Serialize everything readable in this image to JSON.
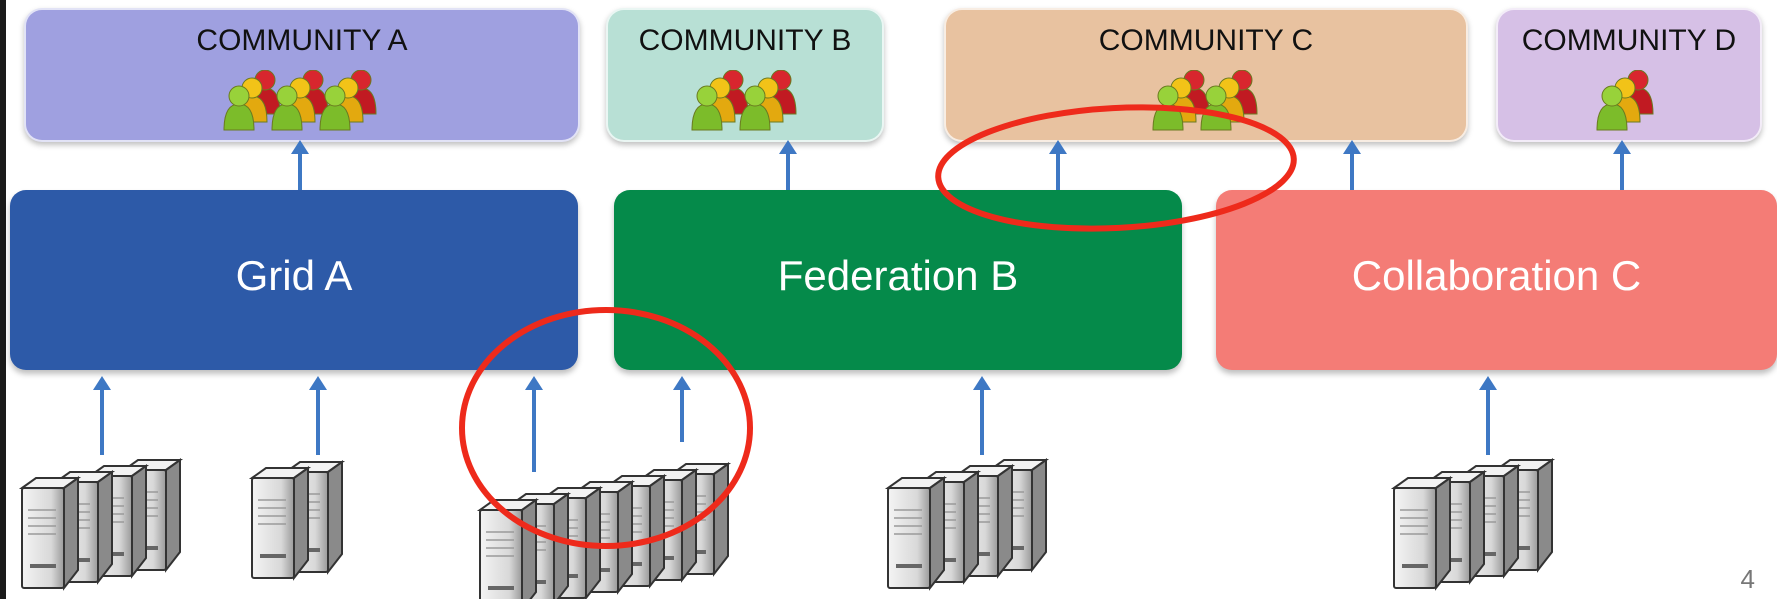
{
  "communities": [
    {
      "title": "COMMUNITY A",
      "color": "#9fa0e0"
    },
    {
      "title": "COMMUNITY B",
      "color": "#b8e0d5"
    },
    {
      "title": "COMMUNITY C",
      "color": "#e8c2a0"
    },
    {
      "title": "COMMUNITY D",
      "color": "#d6c0e6"
    }
  ],
  "infrastructures": [
    {
      "label": "Grid A",
      "color": "#2d5aa8"
    },
    {
      "label": "Federation B",
      "color": "#058a4a"
    },
    {
      "label": "Collaboration C",
      "color": "#f47c76"
    }
  ],
  "icons": {
    "people": "people-group-icon",
    "server": "server-rack-icon",
    "arrow": "arrow-up-icon"
  },
  "highlight_color": "#ee2a1b",
  "arrow_color": "#3e78c4",
  "page_number": "4"
}
